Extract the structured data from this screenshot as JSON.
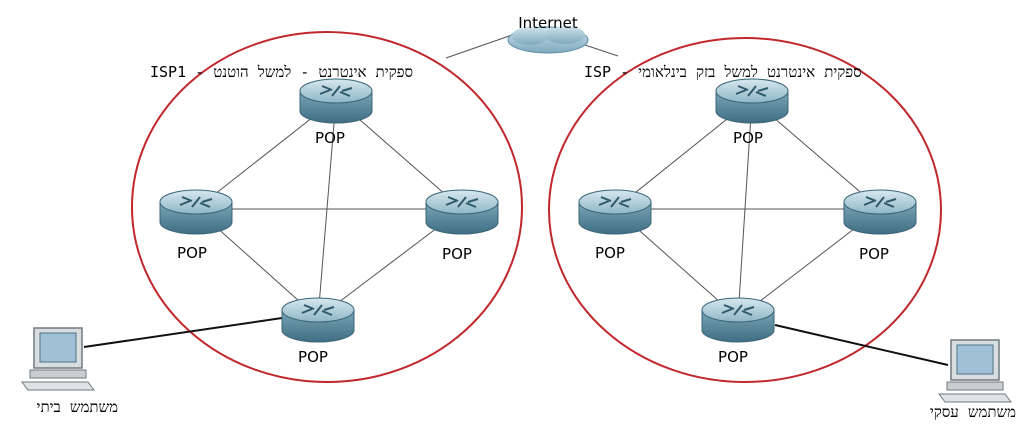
{
  "internet": {
    "label": "Internet",
    "icon": "cloud-icon"
  },
  "isp_left": {
    "title": "ספקית אינטרנט - למשל הוטנט - ISP1",
    "border_color": "#c0282d",
    "routers": [
      {
        "label": "POP"
      },
      {
        "label": "POP"
      },
      {
        "label": "POP"
      },
      {
        "label": "POP"
      }
    ]
  },
  "isp_right": {
    "title": "ספקית אינטרנט למשל בזק בינלאומי - ISP",
    "border_color": "#c0282d",
    "routers": [
      {
        "label": "POP"
      },
      {
        "label": "POP"
      },
      {
        "label": "POP"
      },
      {
        "label": "POP"
      }
    ]
  },
  "users": {
    "home": {
      "label": "משתמש ביתי",
      "icon": "computer-icon"
    },
    "business": {
      "label": "משתמש עסקי",
      "icon": "computer-icon"
    }
  },
  "colors": {
    "router_body": "#5f8ea3",
    "router_top": "#9fc3d1",
    "link": "#555555",
    "access_link": "#111111"
  }
}
